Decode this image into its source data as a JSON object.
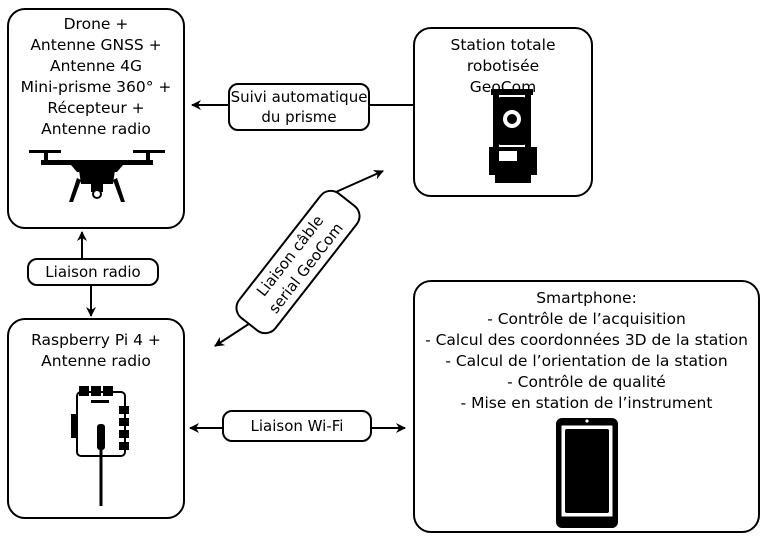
{
  "drone_box": {
    "lines": [
      "Drone +",
      "Antenne GNSS +",
      "Antenne 4G",
      "Mini-prisme 360° +",
      "Récepteur +",
      "Antenne radio"
    ],
    "icon": "drone-icon"
  },
  "station_box": {
    "lines": [
      "Station totale robotisée",
      "GeoCom"
    ],
    "icon": "total-station-icon"
  },
  "raspberry_box": {
    "lines": [
      "Raspberry Pi 4 +",
      "Antenne radio"
    ],
    "icon": "raspberry-pi-icon"
  },
  "smartphone_box": {
    "lines": [
      "Smartphone:",
      "- Contrôle de l’acquisition",
      "- Calcul des coordonnées 3D de la station",
      "- Calcul de l’orientation de la station",
      "- Contrôle de qualité",
      "- Mise en station de l’instrument"
    ],
    "icon": "smartphone-icon"
  },
  "links": {
    "tracking": [
      "Suivi automatique",
      "du prisme"
    ],
    "radio": "Liaison radio",
    "cable": [
      "Liaison câble",
      "serial GeoCom"
    ],
    "wifi": "Liaison Wi-Fi"
  }
}
